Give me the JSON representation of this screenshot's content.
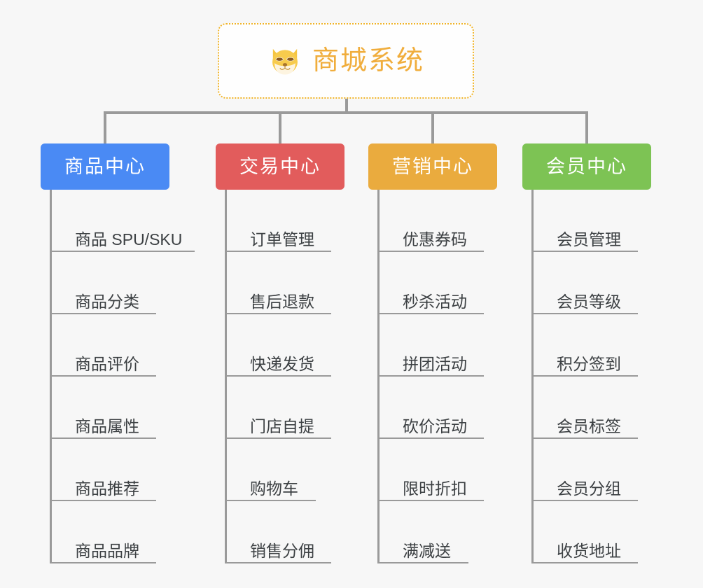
{
  "background_color": "#f7f7f7",
  "root": {
    "title": "商城系统",
    "icon": "shiba-dog-icon",
    "text_color": "#f0ad3c",
    "border_color": "#f0b429",
    "background": "#fefefe"
  },
  "connector_color": "#9a9a9a",
  "categories": [
    {
      "label": "商品中心",
      "color": "#4a8af4",
      "items": [
        "商品 SPU/SKU",
        "商品分类",
        "商品评价",
        "商品属性",
        "商品推荐",
        "商品品牌"
      ]
    },
    {
      "label": "交易中心",
      "color": "#e25c5c",
      "items": [
        "订单管理",
        "售后退款",
        "快递发货",
        "门店自提",
        "购物车",
        "销售分佣"
      ]
    },
    {
      "label": "营销中心",
      "color": "#eaab3e",
      "items": [
        "优惠券码",
        "秒杀活动",
        "拼团活动",
        "砍价活动",
        "限时折扣",
        "满减送"
      ]
    },
    {
      "label": "会员中心",
      "color": "#7dc354",
      "items": [
        "会员管理",
        "会员等级",
        "积分签到",
        "会员标签",
        "会员分组",
        "收货地址"
      ]
    }
  ]
}
